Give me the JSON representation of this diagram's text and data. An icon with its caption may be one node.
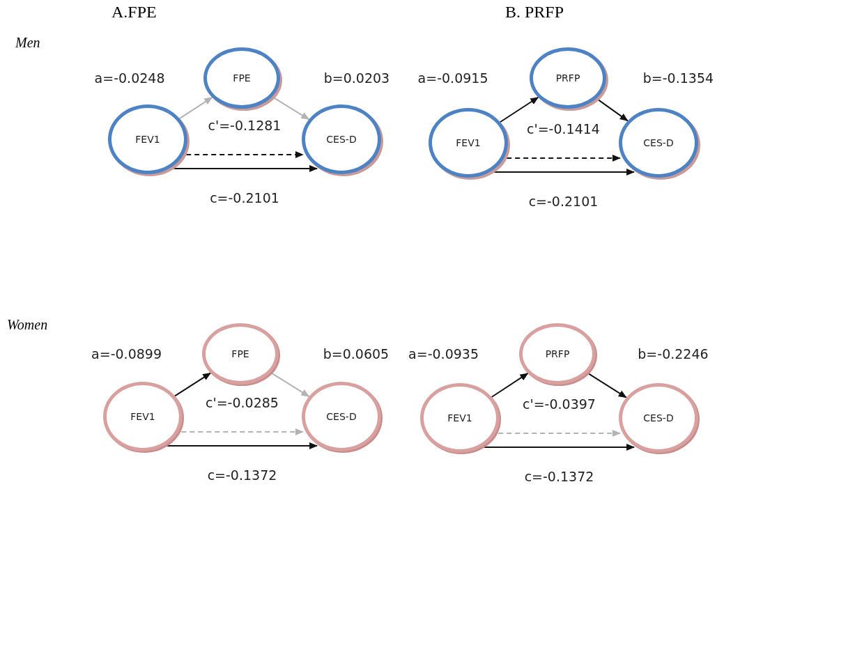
{
  "diagram": {
    "nodes": [
      {
        "text": [
          "FPE"
        ]
      },
      {
        "text": [
          "FEV1"
        ]
      },
      {
        "text": [
          "CES-D"
        ]
      },
      {
        "text": [
          "PRFP"
        ]
      },
      {
        "text": [
          "FEV1"
        ]
      },
      {
        "text": [
          "CES-D"
        ]
      },
      {
        "text": [
          "FPE"
        ]
      },
      {
        "text": [
          "FEV1"
        ]
      },
      {
        "text": [
          "CES-D"
        ]
      },
      {
        "text": [
          "PRFP"
        ]
      },
      {
        "text": [
          "FEV1"
        ]
      },
      {
        "text": [
          "CES-D"
        ]
      }
    ],
    "edges": [
      {
        "from": 1,
        "to": 0,
        "arrow": "to",
        "label": "a=-0.0248",
        "color": "#b3b3b3"
      },
      {
        "from": 0,
        "to": 2,
        "arrow": "to",
        "label": "b=0.0203",
        "color": "#b3b3b3"
      },
      {
        "from": 1,
        "to": 2,
        "arrow": "to",
        "label": "c'=-0.1281",
        "style": "dashed"
      },
      {
        "from": 1,
        "to": 2,
        "arrow": "to",
        "label": "c=-0.2101"
      },
      {
        "from": 4,
        "to": 3,
        "arrow": "to",
        "label": "a=-0.0915"
      },
      {
        "from": 3,
        "to": 5,
        "arrow": "to",
        "label": "b=-0.1354"
      },
      {
        "from": 4,
        "to": 5,
        "arrow": "to",
        "label": "c'=-0.1414",
        "style": "dashed"
      },
      {
        "from": 4,
        "to": 5,
        "arrow": "to",
        "label": "c=-0.2101"
      },
      {
        "from": 7,
        "to": 6,
        "arrow": "to",
        "label": "a=-0.0899"
      },
      {
        "from": 6,
        "to": 8,
        "arrow": "to",
        "label": "b=0.0605",
        "color": "#b3b3b3"
      },
      {
        "from": 7,
        "to": 8,
        "arrow": "to",
        "label": "c'=-0.0285",
        "style": "dashed",
        "color": "#b3b3b3"
      },
      {
        "from": 7,
        "to": 8,
        "arrow": "to",
        "label": "c=-0.1372"
      },
      {
        "from": 10,
        "to": 9,
        "arrow": "to",
        "label": "a=-0.0935"
      },
      {
        "from": 9,
        "to": 11,
        "arrow": "to",
        "label": "b=-0.2246"
      },
      {
        "from": 10,
        "to": 11,
        "arrow": "to",
        "label": "c'=-0.0397",
        "style": "dashed",
        "color": "#b3b3b3"
      },
      {
        "from": 10,
        "to": 11,
        "arrow": "to",
        "label": "c=-0.1372"
      }
    ],
    "labels": [
      "A.FPE",
      "B. PRFP",
      "Men",
      "Women"
    ]
  }
}
